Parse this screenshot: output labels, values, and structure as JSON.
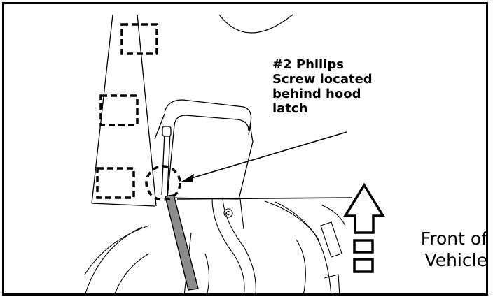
{
  "callout": {
    "lines": [
      "#2 Philips",
      "Screw located",
      "behind hood",
      "latch"
    ]
  },
  "direction_label": {
    "lines": [
      "Front of",
      "Vehicle"
    ]
  },
  "colors": {
    "line": "#000000",
    "screwdriver_shaft": "#8c8c8c",
    "background": "#ffffff"
  }
}
